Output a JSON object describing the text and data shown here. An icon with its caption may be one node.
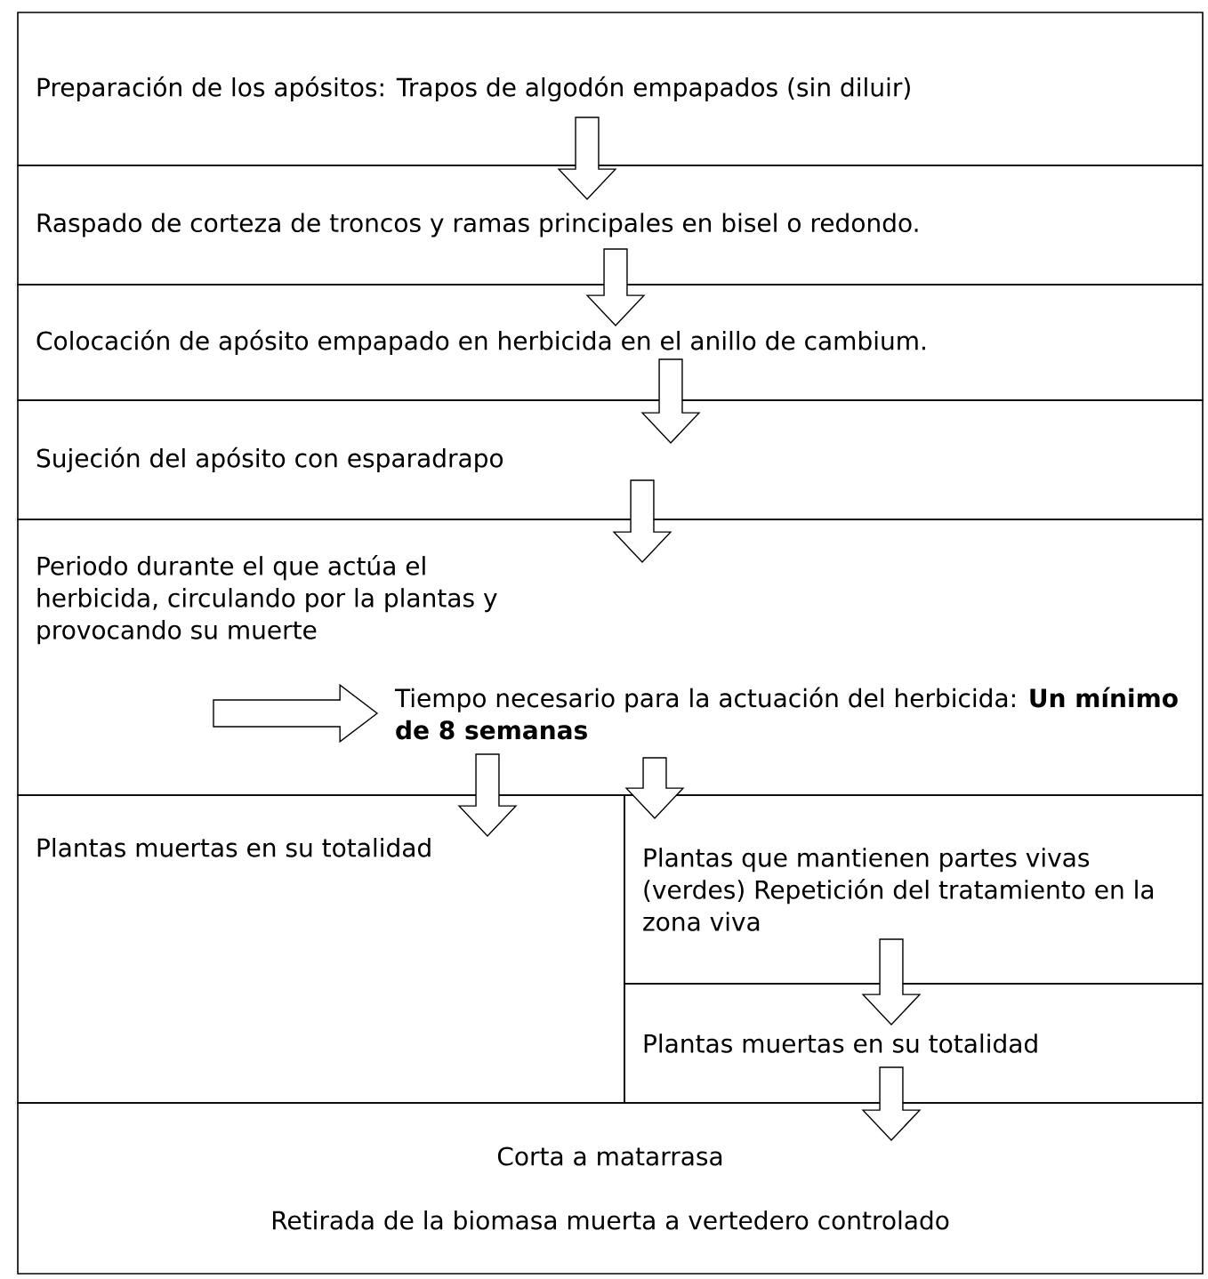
{
  "diagram": {
    "nodes": [
      {
        "text": [
          "Preparación de los apósitos: Trapos de algodón empapados (sin diluir)"
        ]
      },
      {
        "text": [
          "Raspado de corteza de troncos y ramas principales en bisel o redondo."
        ]
      },
      {
        "text": [
          "Colocación de apósito empapado en herbicida en el anillo de cambium."
        ]
      },
      {
        "text": [
          "Sujeción del apósito con esparadrapo"
        ]
      },
      {
        "text": [],
        "shape": "box"
      },
      {
        "text": [
          "Periodo durante el que actúa el herbicida, circulando por la plantas y provocando su muerte"
        ],
        "in": 4
      },
      {
        "text": [
          "Tiempo necesario para la actuación del herbicida:  **Un mínimo de 8 semanas**"
        ],
        "in": 4
      },
      {
        "text": [
          "Plantas muertas en su totalidad"
        ]
      },
      {
        "text": [
          "Plantas que mantienen partes vivas (verdes) Repetición del tratamiento en la zona viva"
        ]
      },
      {
        "text": [
          "Plantas muertas en su totalidad"
        ]
      },
      {
        "text": [
          "Corta a matarrasa",
          "Retirada de la biomasa muerta a vertedero controlado"
        ]
      }
    ],
    "edges": [
      {
        "from": 0,
        "to": 1,
        "arrow": "to"
      },
      {
        "from": 1,
        "to": 2,
        "arrow": "to"
      },
      {
        "from": 2,
        "to": 3,
        "arrow": "to"
      },
      {
        "from": 3,
        "to": 4,
        "arrow": "to"
      },
      {
        "from": 5,
        "to": 6,
        "arrow": "to"
      },
      {
        "from": 4,
        "to": 7,
        "arrow": "to"
      },
      {
        "from": 4,
        "to": 8,
        "arrow": "to"
      },
      {
        "from": 8,
        "to": 9,
        "arrow": "to"
      },
      {
        "from": 9,
        "to": 10,
        "arrow": "to"
      }
    ]
  }
}
